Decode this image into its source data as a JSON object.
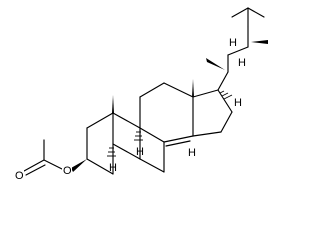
{
  "molecule": {
    "atom_labels": {
      "oxygen_ester": "O",
      "oxygen_carbonyl": "O",
      "h_c5": "H",
      "h_c9": "H",
      "h_c14": "H",
      "h_c17": "H",
      "h_c20": "H",
      "h_c24": "H"
    }
  }
}
